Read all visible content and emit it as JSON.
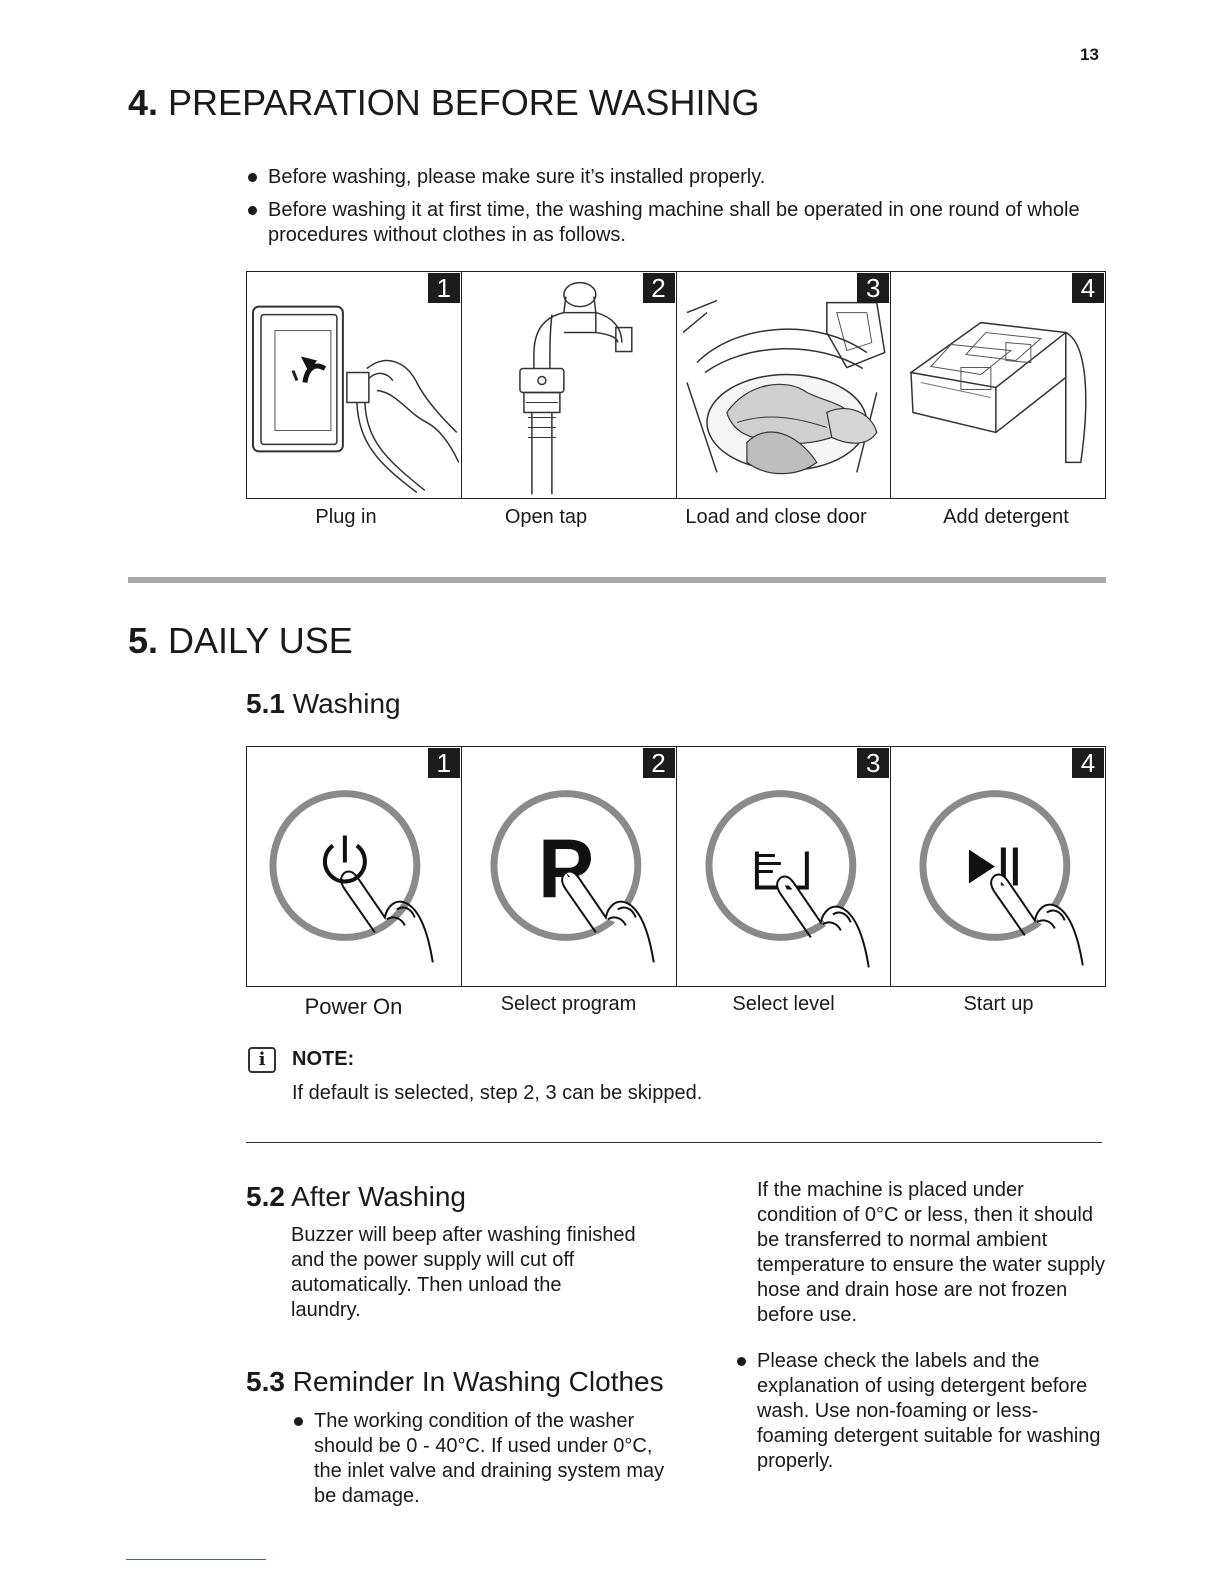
{
  "page_number": "13",
  "section4": {
    "num": "4.",
    "title": "PREPARATION BEFORE WASHING",
    "bullets": [
      "Before washing, please make sure it’s installed properly.",
      "Before washing it at first time, the washing machine shall be operated in one round of whole procedures without clothes in as follows."
    ],
    "steps": [
      {
        "num": "1",
        "caption": "Plug in",
        "icon": "plug-in-illustration"
      },
      {
        "num": "2",
        "caption": "Open tap",
        "icon": "tap-illustration"
      },
      {
        "num": "3",
        "caption": "Load and close door",
        "icon": "load-laundry-illustration"
      },
      {
        "num": "4",
        "caption": "Add detergent",
        "icon": "detergent-drawer-illustration"
      }
    ]
  },
  "section5": {
    "num": "5.",
    "title": "DAILY USE",
    "s51": {
      "num": "5.1",
      "title": "Washing",
      "steps": [
        {
          "num": "1",
          "caption": "Power On",
          "icon": "power-button-icon"
        },
        {
          "num": "2",
          "caption": "Select program",
          "icon": "program-button-icon"
        },
        {
          "num": "3",
          "caption": "Select level",
          "icon": "water-level-button-icon"
        },
        {
          "num": "4",
          "caption": "Start up",
          "icon": "start-pause-button-icon"
        }
      ]
    },
    "note": {
      "icon_glyph": "i",
      "title": "NOTE:",
      "text": "If default is selected, step 2, 3 can be skipped."
    },
    "s52": {
      "num": "5.2",
      "title": "After Washing",
      "text": "Buzzer will beep after washing finished and the power supply will cut off automatically. Then unload the laundry."
    },
    "s53": {
      "num": "5.3",
      "title": "Reminder In Washing Clothes",
      "bullets": [
        "The working condition of the washer should be 0 - 40°C. If used under 0°C, the inlet valve and draining system may be damage."
      ]
    },
    "right_column": {
      "paragraph": "If the machine is placed under condition of 0°C or less, then it should be transferred to normal ambient temperature to ensure the water supply hose and drain hose are not frozen before use.",
      "bullets": [
        "Please check the labels and the explanation of using detergent before wash. Use non-foaming or less-foaming detergent suitable for washing properly."
      ]
    }
  }
}
